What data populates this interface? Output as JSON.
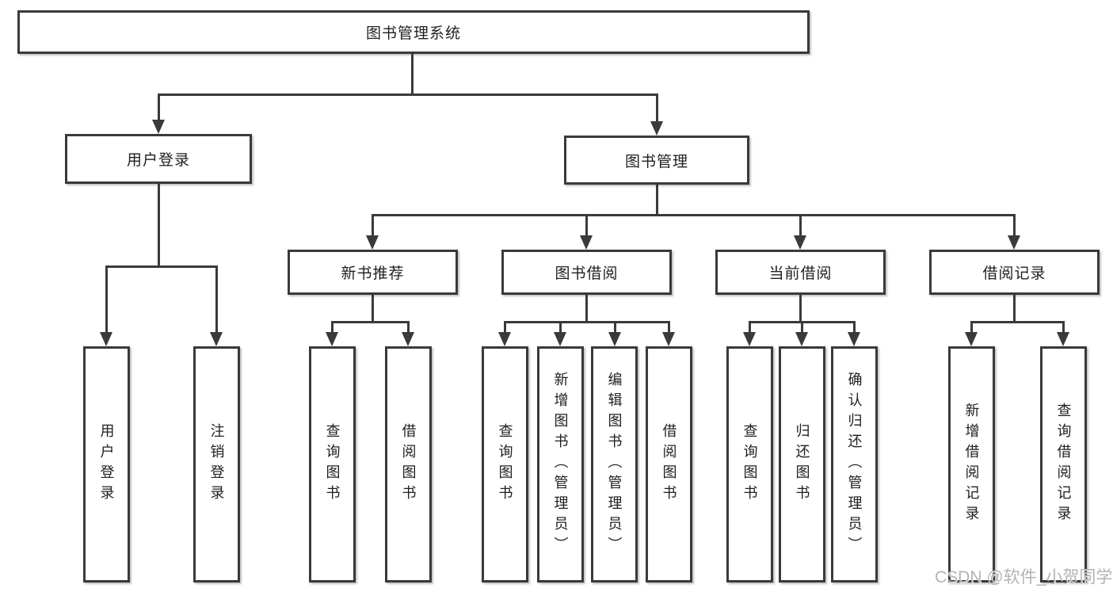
{
  "diagram": {
    "type": "hierarchy-tree",
    "title": "图书管理系统"
  },
  "nodes": {
    "root": {
      "label": "图书管理系统"
    },
    "user_login": {
      "label": "用户登录",
      "children": [
        {
          "label": "用户登录"
        },
        {
          "label": "注销登录"
        }
      ]
    },
    "book_mgmt": {
      "label": "图书管理"
    },
    "new_book_rec": {
      "label": "新书推荐",
      "children": [
        {
          "label": "查询图书"
        },
        {
          "label": "借阅图书"
        }
      ]
    },
    "book_borrow": {
      "label": "图书借阅",
      "children": [
        {
          "label": "查询图书"
        },
        {
          "label": "新增图书（管理员）"
        },
        {
          "label": "编辑图书（管理员）"
        },
        {
          "label": "借阅图书"
        }
      ]
    },
    "current_borrow": {
      "label": "当前借阅",
      "children": [
        {
          "label": "查询图书"
        },
        {
          "label": "归还图书"
        },
        {
          "label": "确认归还（管理员）"
        }
      ]
    },
    "borrow_records": {
      "label": "借阅记录",
      "children": [
        {
          "label": "新增借阅记录"
        },
        {
          "label": "查询借阅记录"
        }
      ]
    }
  },
  "watermark": {
    "text": "CSDN @软件_小贺同学"
  },
  "colors": {
    "line": "#3a3a3a",
    "box_border": "#3a3a3a",
    "box_bg": "#ffffff",
    "text": "#1f1f1f",
    "watermark": "#b3b3b3"
  }
}
